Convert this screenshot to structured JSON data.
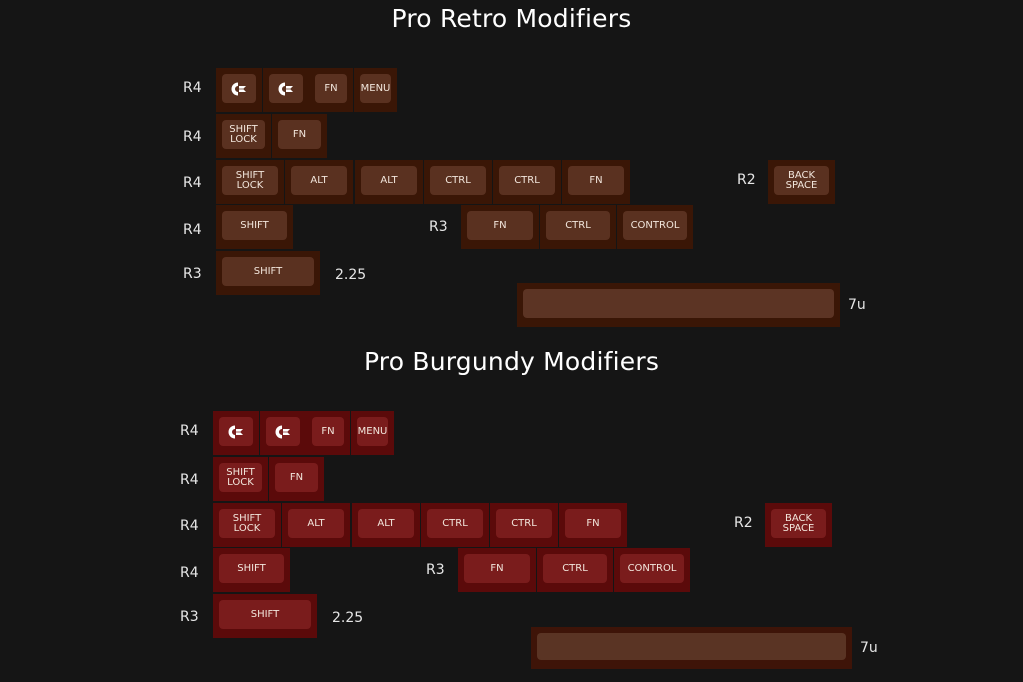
{
  "sections": [
    {
      "id": "retro",
      "title": "Pro Retro Modifiers",
      "row_labels": [
        "R4",
        "R4",
        "R4",
        "R4",
        "R3"
      ],
      "r3_label": "R3",
      "r2_label": "R2",
      "shift_size_label": "2.25",
      "space_size_label": "7u",
      "keys": {
        "row1": [
          "",
          "",
          "FN",
          "MENU"
        ],
        "row1_icons": [
          "commodore-icon",
          "commodore-icon"
        ],
        "row2": [
          "SHIFT\nLOCK",
          "FN"
        ],
        "row3": [
          "SHIFT\nLOCK",
          "ALT",
          "ALT",
          "CTRL",
          "CTRL",
          "FN"
        ],
        "backspace": "BACK\nSPACE",
        "row4_shift": "SHIFT",
        "row4_r3": [
          "FN",
          "CTRL",
          "CONTROL"
        ],
        "row5_shift": "SHIFT",
        "spacebar": ""
      }
    },
    {
      "id": "burgundy",
      "title": "Pro Burgundy Modifiers",
      "row_labels": [
        "R4",
        "R4",
        "R4",
        "R4",
        "R3"
      ],
      "r3_label": "R3",
      "r2_label": "R2",
      "shift_size_label": "2.25",
      "space_size_label": "7u",
      "keys": {
        "row1": [
          "",
          "",
          "FN",
          "MENU"
        ],
        "row1_icons": [
          "commodore-icon",
          "commodore-icon"
        ],
        "row2": [
          "SHIFT\nLOCK",
          "FN"
        ],
        "row3": [
          "SHIFT\nLOCK",
          "ALT",
          "ALT",
          "CTRL",
          "CTRL",
          "FN"
        ],
        "backspace": "BACK\nSPACE",
        "row4_shift": "SHIFT",
        "row4_r3": [
          "FN",
          "CTRL",
          "CONTROL"
        ],
        "row5_shift": "SHIFT",
        "spacebar": ""
      }
    }
  ],
  "colors": {
    "background": "#151515",
    "retro_key_side": "#3a1606",
    "retro_key_top": "#5a3120",
    "burgundy_key_side": "#5b0a0a",
    "burgundy_key_top": "#7a1c1c"
  }
}
